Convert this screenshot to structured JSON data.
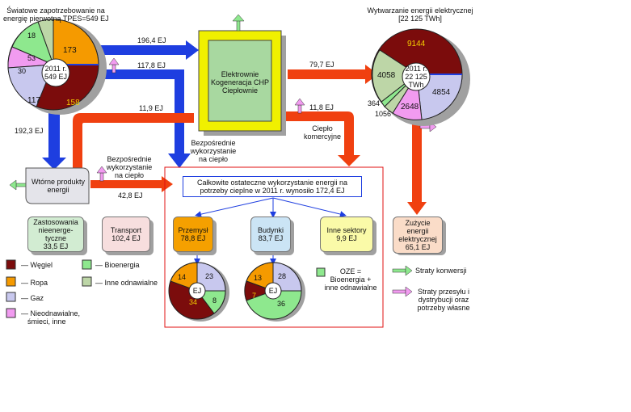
{
  "tpes": {
    "title_line1": "Światowe zapotrzebowanie na",
    "title_line2": "energię pierwotną TPES=549 EJ",
    "center_year": "2011 r.",
    "center_value": "549 EJ",
    "v18": "18",
    "v173": "173",
    "v53": "53",
    "v30": "30",
    "v117": "117",
    "v158": "158"
  },
  "generation": {
    "title_line1": "Wytwarzanie energii elektrycznej",
    "title_line2": "[22 125 TWh]",
    "center_year": "2011 r.",
    "center_value1": "22 125",
    "center_value2": "TWh",
    "v9144": "9144",
    "v4058": "4058",
    "v4854": "4854",
    "v2648": "2648",
    "v364": "364",
    "v1056": "1056"
  },
  "flows": {
    "f196": "196,4 EJ",
    "f117": "117,8 EJ",
    "f797": "79,7 EJ",
    "f119": "11,9 EJ",
    "f118": "11,8 EJ",
    "f1923": "192,3 EJ",
    "f428": "42,8 EJ"
  },
  "plant": {
    "line1": "Elektrownie",
    "line2": "Kogeneracja CHP",
    "line3": "Ciepłownie"
  },
  "labels": {
    "direct_use1": "Bezpośrednie",
    "direct_use2": "wykorzystanie",
    "direct_use3": "na ciepło",
    "direct_use_left1": "Bezpośrednie",
    "direct_use_left2": "wykorzystanie",
    "direct_use_left3": "na ciepło",
    "heat_com1": "Ciepło",
    "heat_com2": "komercyjne"
  },
  "secondary": {
    "line1": "Wtórne produkty",
    "line2": "energii"
  },
  "total_heat": {
    "line1": "Całkowite ostateczne wykorzystanie energii na",
    "line2": "potrzeby cieplne w 2011 r. wynosiło 172,4 EJ"
  },
  "sectors": {
    "industry": {
      "name": "Przemysł",
      "value": "78,8 EJ"
    },
    "buildings": {
      "name": "Budynki",
      "value": "83,7 EJ"
    },
    "other": {
      "name": "Inne sektory",
      "value": "9,9 EJ"
    }
  },
  "non_energy": {
    "line1": "Zastosowania",
    "line2": "nieenerge-",
    "line3": "tyczne",
    "value": "33,5 EJ"
  },
  "transport": {
    "name": "Transport",
    "value": "102,4 EJ"
  },
  "electricity_use": {
    "line1": "Zużycie",
    "line2": "energii",
    "line3": "elektrycznej",
    "value": "65,1 EJ"
  },
  "industry_pie": {
    "center": "EJ",
    "v14": "14",
    "v23": "23",
    "v34": "34",
    "v8": "8"
  },
  "buildings_pie": {
    "center": "EJ",
    "v13": "13",
    "v28": "28",
    "v7": "7",
    "v36": "36"
  },
  "oze": {
    "line1": "OZE =",
    "line2": "Bioenergia +",
    "line3": "inne odnawialne"
  },
  "legend": {
    "coal": "— Węgiel",
    "oil": "— Ropa",
    "gas": "— Gaz",
    "nonrenew1": "— Nieodnawialne,",
    "nonrenew2": "śmieci, inne",
    "bio": "— Bioenergia",
    "otherren": "— Inne odnawialne",
    "conv_loss": "Straty konwersji",
    "trans_loss1": "Straty przesyłu i",
    "trans_loss2": "dystrybucji oraz",
    "trans_loss3": "potrzeby własne"
  },
  "colors": {
    "coal": "#7b0c0c",
    "oil": "#f59a00",
    "gas": "#c8c8ee",
    "nonrenew": "#f19bf0",
    "bio": "#8ee88e",
    "otherren": "#bdd6a7",
    "blue": "#1e3ee0",
    "red": "#f04010"
  }
}
